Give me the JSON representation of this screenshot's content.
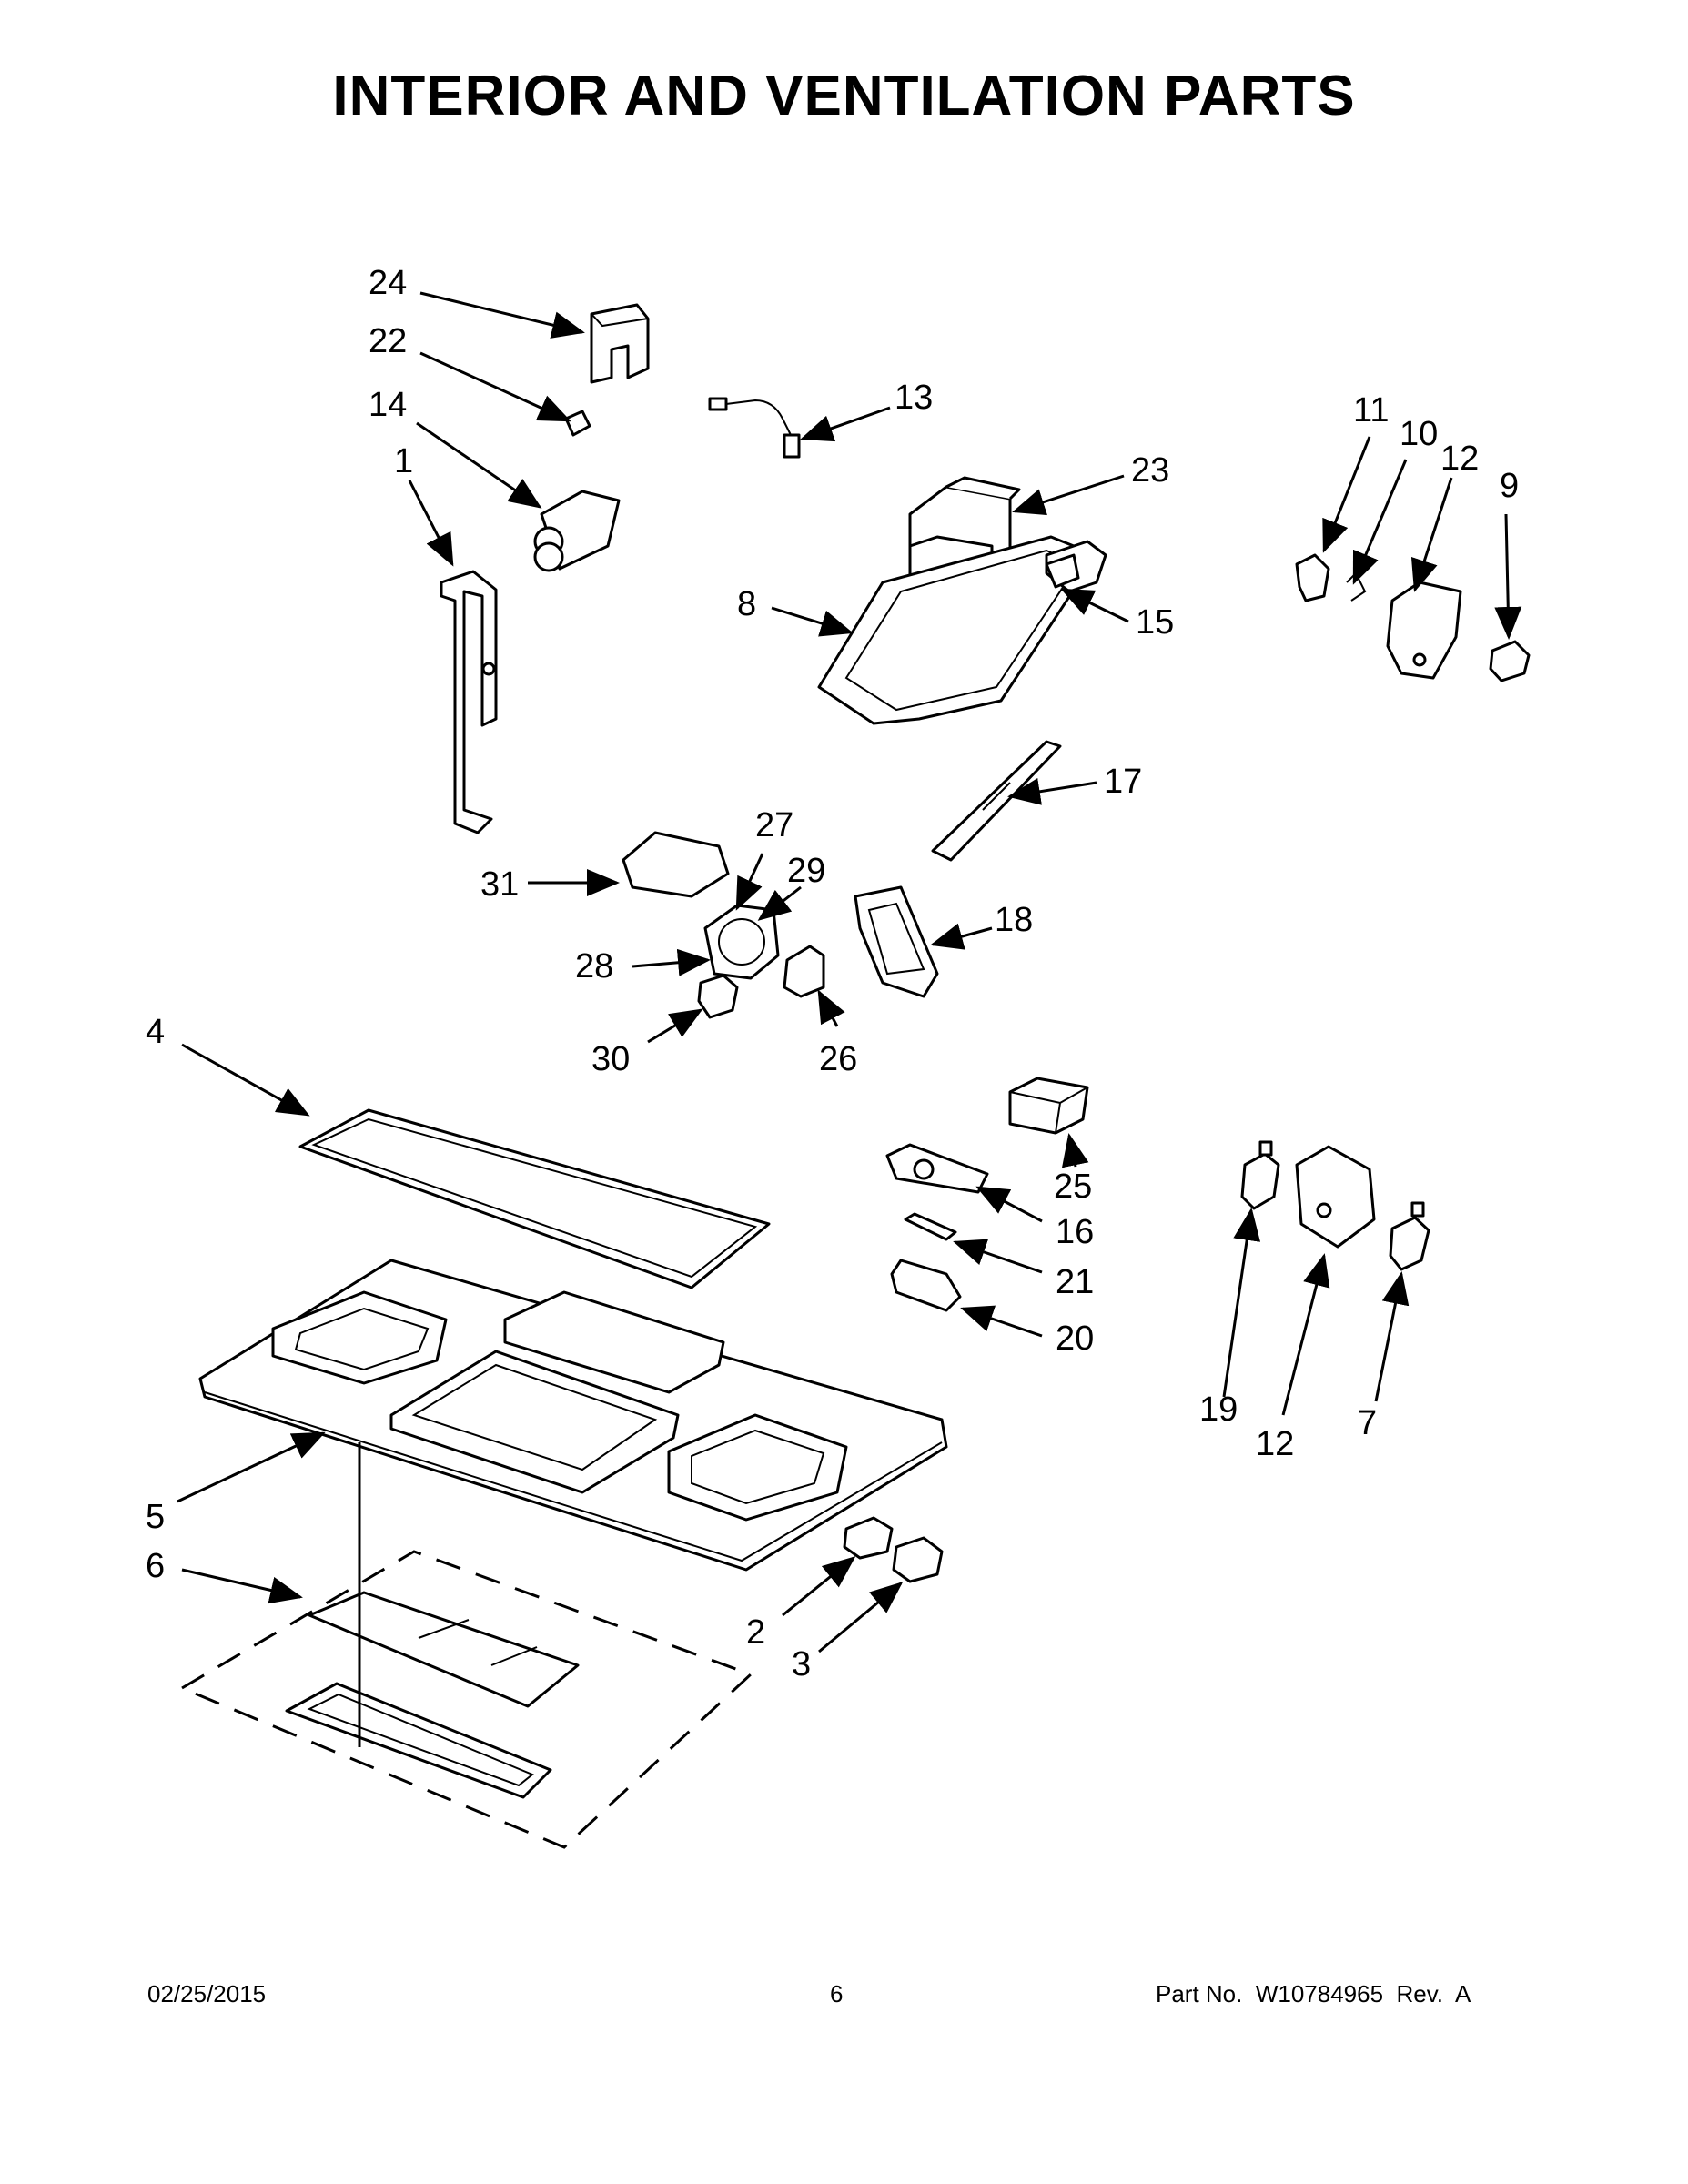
{
  "title": "INTERIOR AND VENTILATION PARTS",
  "callouts": {
    "n1": "1",
    "n2": "2",
    "n3": "3",
    "n4": "4",
    "n5": "5",
    "n6": "6",
    "n7": "7",
    "n8": "8",
    "n9": "9",
    "n10": "10",
    "n11": "11",
    "n12a": "12",
    "n12b": "12",
    "n13": "13",
    "n14": "14",
    "n15": "15",
    "n16": "16",
    "n17": "17",
    "n18": "18",
    "n19": "19",
    "n20": "20",
    "n21": "21",
    "n22": "22",
    "n23": "23",
    "n24": "24",
    "n25": "25",
    "n26": "26",
    "n27": "27",
    "n28": "28",
    "n29": "29",
    "n30": "30",
    "n31": "31"
  },
  "footer": {
    "date": "02/25/2015",
    "page": "6",
    "part_no": "Part No.  W10784965  Rev.  A"
  }
}
